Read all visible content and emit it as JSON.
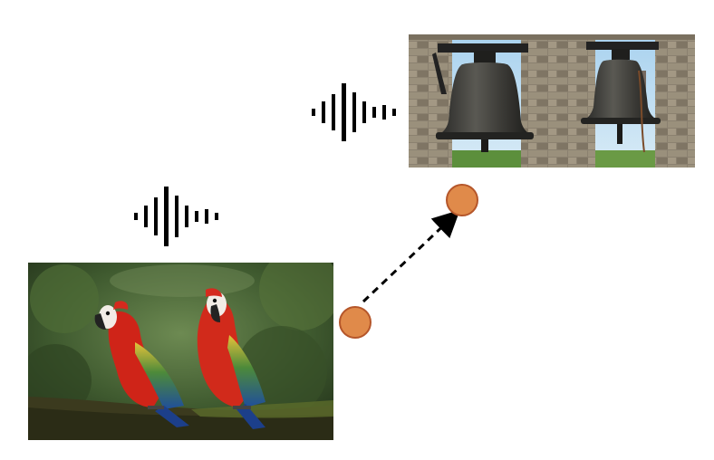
{
  "images": {
    "source": {
      "subject": "scarlet-macaw-pair-photo"
    },
    "target": {
      "subject": "church-bells-photo"
    }
  },
  "icons": {
    "sound_wave": "sound-wave-icon",
    "point": "circle-marker-icon",
    "arrow": "dashed-arrow"
  },
  "colors": {
    "marker_fill": "#e08a4a",
    "marker_stroke": "#b5562a",
    "wave": "#000000",
    "background": "#ffffff"
  }
}
